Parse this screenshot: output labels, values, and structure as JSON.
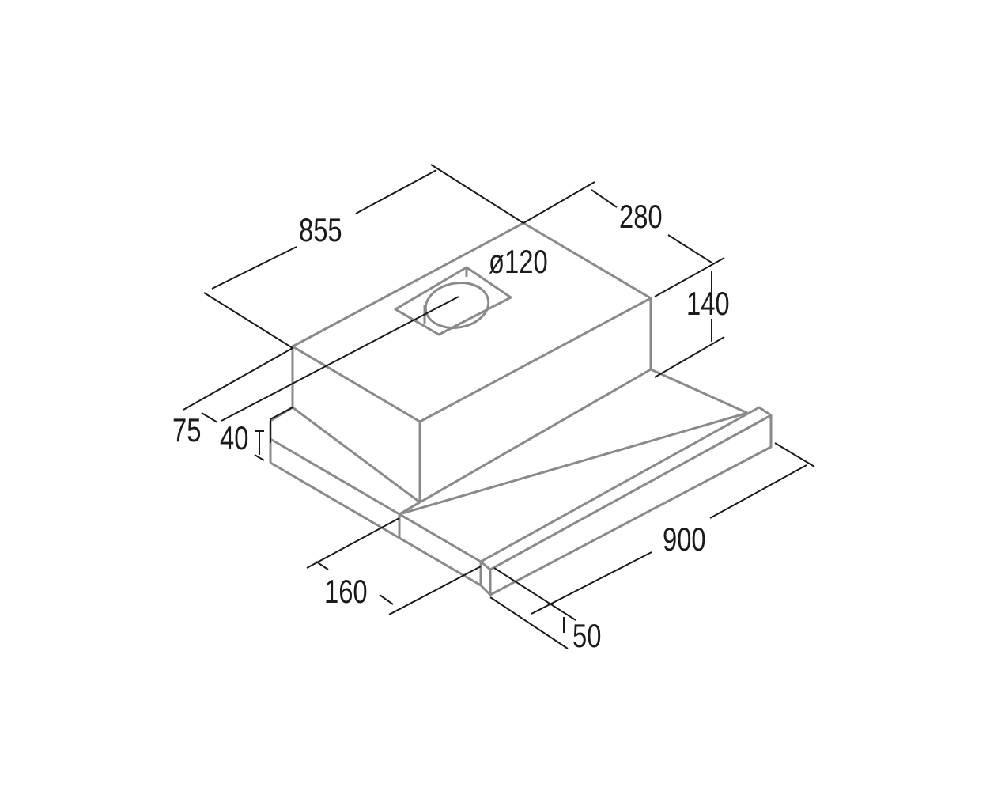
{
  "title": "Telescopic cooker hood dimension drawing",
  "dimensions": {
    "body_width": "855",
    "body_depth": "280",
    "duct_diameter": "ø120",
    "body_height": "140",
    "duct_offset": "75",
    "tray_height": "40",
    "extension": "160",
    "total_width": "900",
    "front_bar": "50"
  },
  "colors": {
    "product_lines": "#8a8a8a",
    "dimension_lines": "#1a1a1a"
  }
}
